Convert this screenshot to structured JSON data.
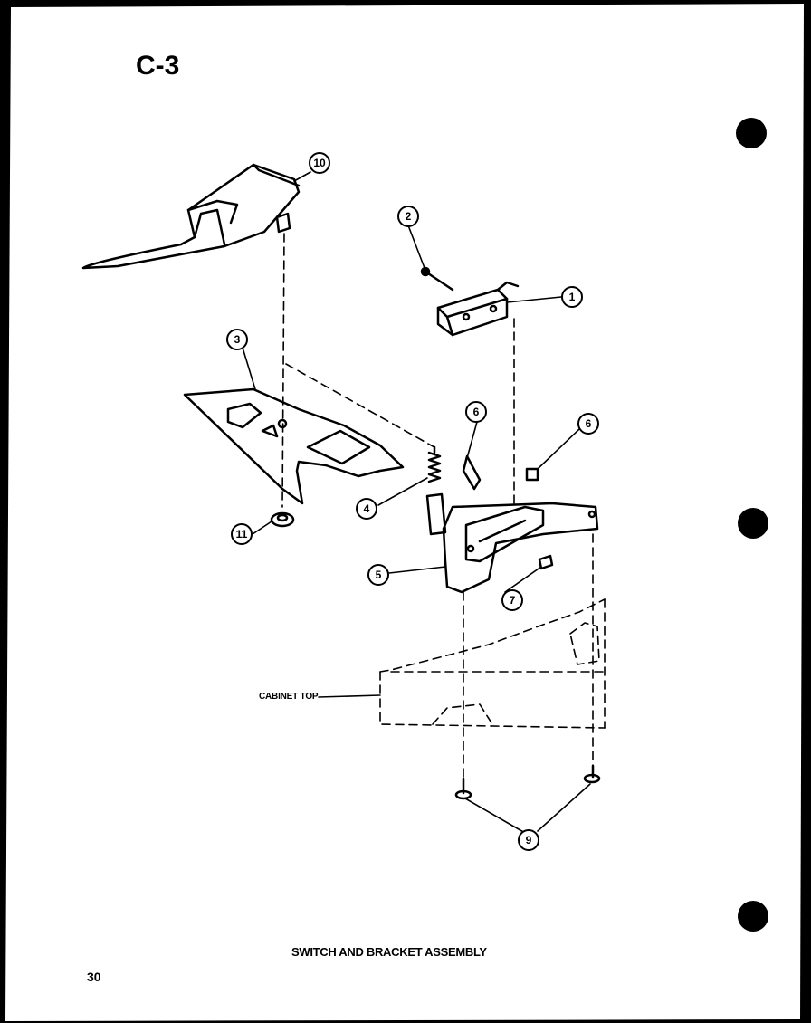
{
  "page": {
    "section_label": "C-3",
    "caption": "SWITCH AND BRACKET ASSEMBLY",
    "page_number": "30"
  },
  "labels": {
    "cabinet_top": "CABINET TOP"
  },
  "callouts": [
    {
      "id": "1",
      "text": "1"
    },
    {
      "id": "2",
      "text": "2"
    },
    {
      "id": "3",
      "text": "3"
    },
    {
      "id": "4",
      "text": "4"
    },
    {
      "id": "5",
      "text": "5"
    },
    {
      "id": "6a",
      "text": "6"
    },
    {
      "id": "6b",
      "text": "6"
    },
    {
      "id": "7",
      "text": "7"
    },
    {
      "id": "9",
      "text": "9"
    },
    {
      "id": "10",
      "text": "10"
    },
    {
      "id": "11",
      "text": "11"
    }
  ],
  "colors": {
    "ink": "#000000",
    "paper": "#ffffff"
  }
}
